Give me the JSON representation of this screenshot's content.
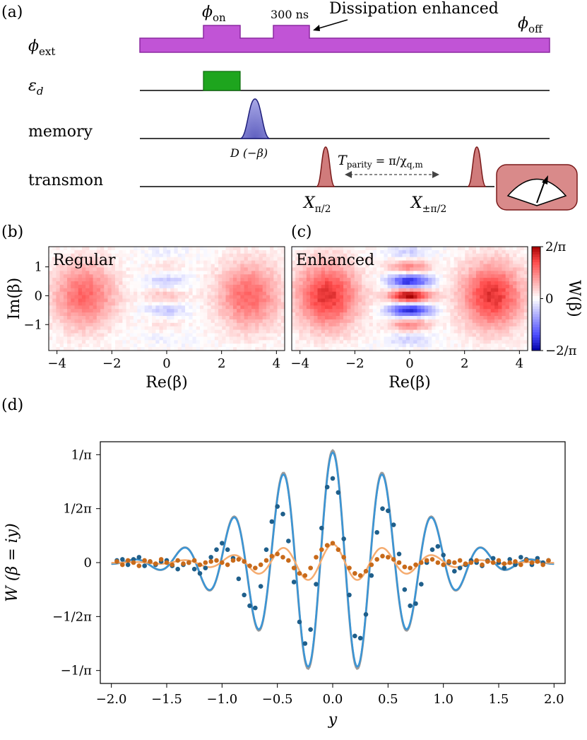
{
  "panel_a": {
    "label": "(a)",
    "rows": [
      {
        "label": "ϕ",
        "label_sub": "ext"
      },
      {
        "label": "ε",
        "label_sub": "d"
      },
      {
        "label": "memory",
        "label_sub": ""
      },
      {
        "label": "transmon",
        "label_sub": ""
      }
    ],
    "phi_on": "ϕ",
    "phi_on_sub": "on",
    "phi_off": "ϕ",
    "phi_off_sub": "off",
    "duration": "300 ns",
    "dissipation": "Dissipation enhanced",
    "displacement": "D (−β)",
    "x_pi2": "X",
    "x_pi2_sub": "π/2",
    "x_pm_pi2": "X",
    "x_pm_pi2_sub": "±π/2",
    "t_parity": "T",
    "t_parity_sub": "parity",
    "t_parity_eq": " = π/χ",
    "t_parity_eq_sub": "q,m",
    "colors": {
      "flux": "#c154d6",
      "drive": "#1ea51e",
      "memory": "#7a7ad0",
      "transmon": "#d07b7b",
      "meter_bg": "#d98a8a"
    }
  },
  "panel_b": {
    "label": "(b)",
    "title": "Regular"
  },
  "panel_c": {
    "label": "(c)",
    "title": "Enhanced"
  },
  "panel_d": {
    "label": "(d)"
  },
  "chart_data": [
    {
      "type": "heatmap",
      "panel": "b",
      "title": "Regular",
      "xlabel": "Re(β)",
      "ylabel": "Im(β)",
      "xlim": [
        -4.3,
        4.3
      ],
      "ylim": [
        -1.9,
        1.7
      ],
      "xticks": [
        "−4",
        "−2",
        "0",
        "2",
        "4"
      ],
      "xtick_values": [
        -4,
        -2,
        0,
        2,
        4
      ],
      "yticks": [
        "1",
        "0",
        "−1"
      ],
      "ytick_values": [
        1,
        0,
        -1
      ],
      "blobs": [
        {
          "x": -3,
          "y": 0,
          "amp": 0.6
        },
        {
          "x": 3,
          "y": 0,
          "amp": 0.6
        }
      ],
      "fringe_amp": 0.25
    },
    {
      "type": "heatmap",
      "panel": "c",
      "title": "Enhanced",
      "xlabel": "Re(β)",
      "xlim": [
        -4.3,
        4.3
      ],
      "ylim": [
        -1.9,
        1.7
      ],
      "xticks": [
        "−4",
        "−2",
        "0",
        "2",
        "4"
      ],
      "xtick_values": [
        -4,
        -2,
        0,
        2,
        4
      ],
      "blobs": [
        {
          "x": -3,
          "y": 0,
          "amp": 0.8
        },
        {
          "x": 3,
          "y": 0,
          "amp": 0.8
        }
      ],
      "fringe_amp": 1.0,
      "colorbar": {
        "label": "W(β)",
        "ticks": [
          "2/π",
          "0",
          "−2/π"
        ],
        "tick_values": [
          2,
          0,
          -2
        ]
      }
    },
    {
      "type": "scatter",
      "panel": "d",
      "xlabel": "y",
      "ylabel": "W (β = iy)",
      "xlim": [
        -2.1,
        2.1
      ],
      "ylim": [
        -1.12,
        1.12
      ],
      "xticks": [
        "−2.0",
        "−1.5",
        "−1.0",
        "−0.5",
        "0.0",
        "0.5",
        "1.0",
        "1.5",
        "2.0"
      ],
      "xtick_values": [
        -2,
        -1.5,
        -1,
        -0.5,
        0,
        0.5,
        1,
        1.5,
        2
      ],
      "yticks": [
        "1/π",
        "1/2π",
        "0",
        "−1/2π",
        "−1/π"
      ],
      "ytick_values": [
        1,
        0.5,
        0,
        -0.5,
        -1
      ],
      "series": [
        {
          "color": "#1f5f8b",
          "line_color": "#3a95d6",
          "fit_amp": 1.02,
          "data_amp": 0.82,
          "x": [
            -1.95,
            -1.9,
            -1.85,
            -1.8,
            -1.75,
            -1.7,
            -1.65,
            -1.6,
            -1.55,
            -1.5,
            -1.45,
            -1.4,
            -1.35,
            -1.3,
            -1.25,
            -1.2,
            -1.15,
            -1.1,
            -1.05,
            -1.0,
            -0.95,
            -0.9,
            -0.85,
            -0.8,
            -0.75,
            -0.7,
            -0.65,
            -0.6,
            -0.55,
            -0.5,
            -0.45,
            -0.4,
            -0.35,
            -0.3,
            -0.25,
            -0.2,
            -0.15,
            -0.1,
            -0.05,
            0.0,
            0.05,
            0.1,
            0.15,
            0.2,
            0.25,
            0.3,
            0.35,
            0.4,
            0.45,
            0.5,
            0.55,
            0.6,
            0.65,
            0.7,
            0.75,
            0.8,
            0.85,
            0.9,
            0.95,
            1.0,
            1.05,
            1.1,
            1.15,
            1.2,
            1.25,
            1.3,
            1.35,
            1.4,
            1.45,
            1.5,
            1.55,
            1.6,
            1.65,
            1.7,
            1.75,
            1.8,
            1.85,
            1.9,
            1.95
          ],
          "y": [
            0.02,
            0.03,
            -0.02,
            0.03,
            0.05,
            -0.03,
            0.01,
            -0.02,
            0.01,
            0.02,
            -0.03,
            -0.06,
            -0.02,
            0.0,
            -0.06,
            -0.1,
            -0.05,
            0.05,
            0.12,
            0.18,
            0.12,
            0.04,
            -0.15,
            -0.3,
            -0.4,
            -0.42,
            -0.22,
            0.12,
            0.38,
            0.52,
            0.45,
            0.2,
            -0.18,
            -0.55,
            -0.75,
            -0.62,
            -0.2,
            0.32,
            0.7,
            0.78,
            0.65,
            0.22,
            -0.3,
            -0.68,
            -0.7,
            -0.48,
            -0.12,
            0.28,
            0.5,
            0.48,
            0.35,
            0.08,
            -0.25,
            -0.4,
            -0.38,
            -0.2,
            0.0,
            0.12,
            0.15,
            0.07,
            0.0,
            -0.08,
            -0.05,
            -0.02,
            0.02,
            0.0,
            -0.03,
            0.02,
            0.04,
            0.0,
            -0.05,
            0.03,
            -0.02,
            0.05,
            0.03,
            -0.02,
            0.04,
            0.0,
            0.02
          ]
        },
        {
          "color": "#c86a1a",
          "line_color": "#f5ac70",
          "fit_amp": 0.17,
          "x": [
            -1.95,
            -1.9,
            -1.85,
            -1.8,
            -1.75,
            -1.7,
            -1.65,
            -1.6,
            -1.55,
            -1.5,
            -1.45,
            -1.4,
            -1.35,
            -1.3,
            -1.25,
            -1.2,
            -1.15,
            -1.1,
            -1.05,
            -1.0,
            -0.95,
            -0.9,
            -0.85,
            -0.8,
            -0.75,
            -0.7,
            -0.65,
            -0.6,
            -0.55,
            -0.5,
            -0.45,
            -0.4,
            -0.35,
            -0.3,
            -0.25,
            -0.2,
            -0.15,
            -0.1,
            -0.05,
            0.0,
            0.05,
            0.1,
            0.15,
            0.2,
            0.25,
            0.3,
            0.35,
            0.4,
            0.45,
            0.5,
            0.55,
            0.6,
            0.65,
            0.7,
            0.75,
            0.8,
            0.85,
            0.9,
            0.95,
            1.0,
            1.05,
            1.1,
            1.15,
            1.2,
            1.25,
            1.3,
            1.35,
            1.4,
            1.45,
            1.5,
            1.55,
            1.6,
            1.65,
            1.7,
            1.75,
            1.8,
            1.85,
            1.9,
            1.95
          ],
          "y": [
            0.01,
            -0.02,
            0.02,
            0.0,
            -0.03,
            0.02,
            0.01,
            -0.01,
            0.03,
            0.0,
            -0.02,
            0.02,
            -0.01,
            0.0,
            0.02,
            -0.02,
            0.0,
            0.01,
            0.02,
            0.0,
            -0.02,
            0.02,
            0.03,
            0.01,
            -0.03,
            -0.05,
            -0.02,
            0.02,
            0.06,
            0.08,
            0.05,
            0.02,
            -0.05,
            -0.1,
            -0.12,
            -0.05,
            0.05,
            0.12,
            0.16,
            0.18,
            0.12,
            0.05,
            -0.05,
            -0.1,
            -0.12,
            -0.08,
            -0.02,
            0.03,
            0.06,
            0.05,
            0.03,
            0.0,
            -0.04,
            -0.05,
            -0.02,
            0.0,
            0.02,
            0.03,
            0.0,
            -0.02,
            0.01,
            0.0,
            0.02,
            -0.01,
            0.0,
            0.02,
            -0.02,
            0.01,
            0.0,
            0.02,
            -0.01,
            0.0,
            0.01,
            -0.02,
            0.02,
            0.0,
            0.01,
            -0.02,
            0.02
          ]
        }
      ],
      "grey_curve": {
        "color": "#9a9a9a",
        "amp": 1.04
      }
    }
  ]
}
